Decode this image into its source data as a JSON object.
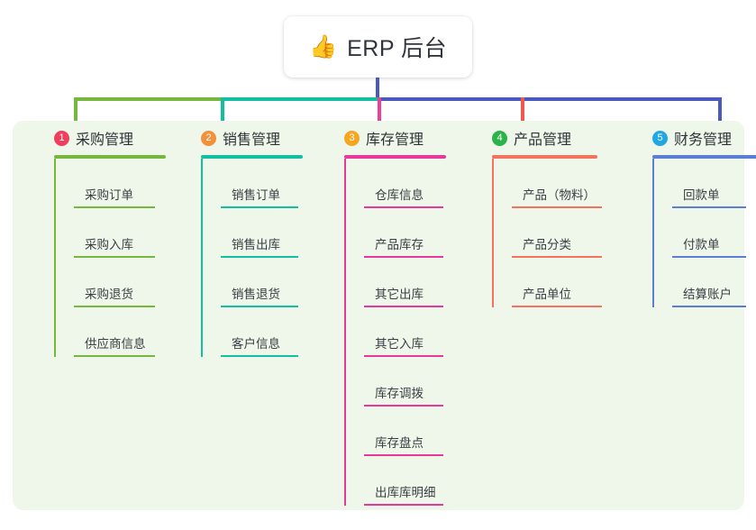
{
  "root": {
    "icon": "thumbs-up-emoji",
    "icon_glyph": "👍",
    "title": "ERP 后台"
  },
  "palette": {
    "panel_bg": "#eef7e9",
    "root_stem": "#4959bd",
    "trunk_green": "#76b83e",
    "trunk_teal": "#12bfa0",
    "trunk_blue": "#4959bd"
  },
  "columns": [
    {
      "number": "1",
      "label": "采购管理",
      "badge_color": "#ef3f5f",
      "line_color": "#76b83e",
      "drop_color": "#76b83e",
      "items": [
        {
          "label": "采购订单"
        },
        {
          "label": "采购入库"
        },
        {
          "label": "采购退货"
        },
        {
          "label": "供应商信息"
        }
      ]
    },
    {
      "number": "2",
      "label": "销售管理",
      "badge_color": "#f2913c",
      "line_color": "#12bfa0",
      "drop_color": "#12bfa0",
      "items": [
        {
          "label": "销售订单"
        },
        {
          "label": "销售出库"
        },
        {
          "label": "销售退货"
        },
        {
          "label": "客户信息"
        }
      ]
    },
    {
      "number": "3",
      "label": "库存管理",
      "badge_color": "#f5a623",
      "line_color": "#e8389a",
      "drop_color": "#ee3f96",
      "items": [
        {
          "label": "仓库信息"
        },
        {
          "label": "产品库存"
        },
        {
          "label": "其它出库"
        },
        {
          "label": "其它入库"
        },
        {
          "label": "库存调拨"
        },
        {
          "label": "库存盘点"
        },
        {
          "label": "出库库明细"
        }
      ]
    },
    {
      "number": "4",
      "label": "产品管理",
      "badge_color": "#2bb34a",
      "line_color": "#f4735f",
      "drop_color": "#f2594e",
      "items": [
        {
          "label": "产品（物料）"
        },
        {
          "label": "产品分类"
        },
        {
          "label": "产品单位"
        }
      ]
    },
    {
      "number": "5",
      "label": "财务管理",
      "badge_color": "#23a7e0",
      "line_color": "#5a7fd4",
      "drop_color": "#4959bd",
      "items": [
        {
          "label": "回款单"
        },
        {
          "label": "付款单"
        },
        {
          "label": "结算账户"
        }
      ]
    }
  ]
}
